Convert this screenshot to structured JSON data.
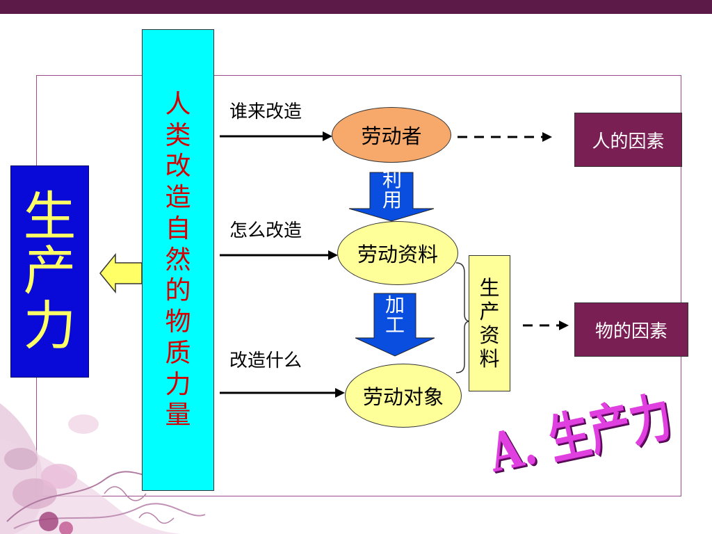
{
  "left_box": {
    "chars": [
      "生",
      "产",
      "力"
    ]
  },
  "center_column": {
    "chars": [
      "人",
      "类",
      "改",
      "造",
      "自",
      "然",
      "的",
      "物",
      "质",
      "力",
      "量"
    ]
  },
  "questions": {
    "who": "谁来改造",
    "how": "怎么改造",
    "what": "改造什么"
  },
  "ellipses": {
    "worker": "劳动者",
    "means": "劳动资料",
    "object": "劳动对象"
  },
  "arrow_labels": {
    "use": [
      "利",
      "用"
    ],
    "process": [
      "加",
      "工"
    ]
  },
  "means_of_production": {
    "chars": [
      "生",
      "产",
      "资",
      "料"
    ]
  },
  "factors": {
    "human": "人的因素",
    "material": "物的因素"
  },
  "wordart_title": "A. 生产力",
  "colors": {
    "top_bar": "#5b1a47",
    "left_box_bg": "#0a0ad8",
    "left_box_text": "#ffff66",
    "center_column_bg": "#00ffff",
    "center_column_text": "#d40000",
    "worker_fill": "#f7a86b",
    "means_fill": "#ffff99",
    "factor_box_bg": "#7a1f54",
    "down_arrow_fill": "#0a4ee0",
    "left_arrow_fill": "#ffff66",
    "wordart": "#e040e0"
  }
}
